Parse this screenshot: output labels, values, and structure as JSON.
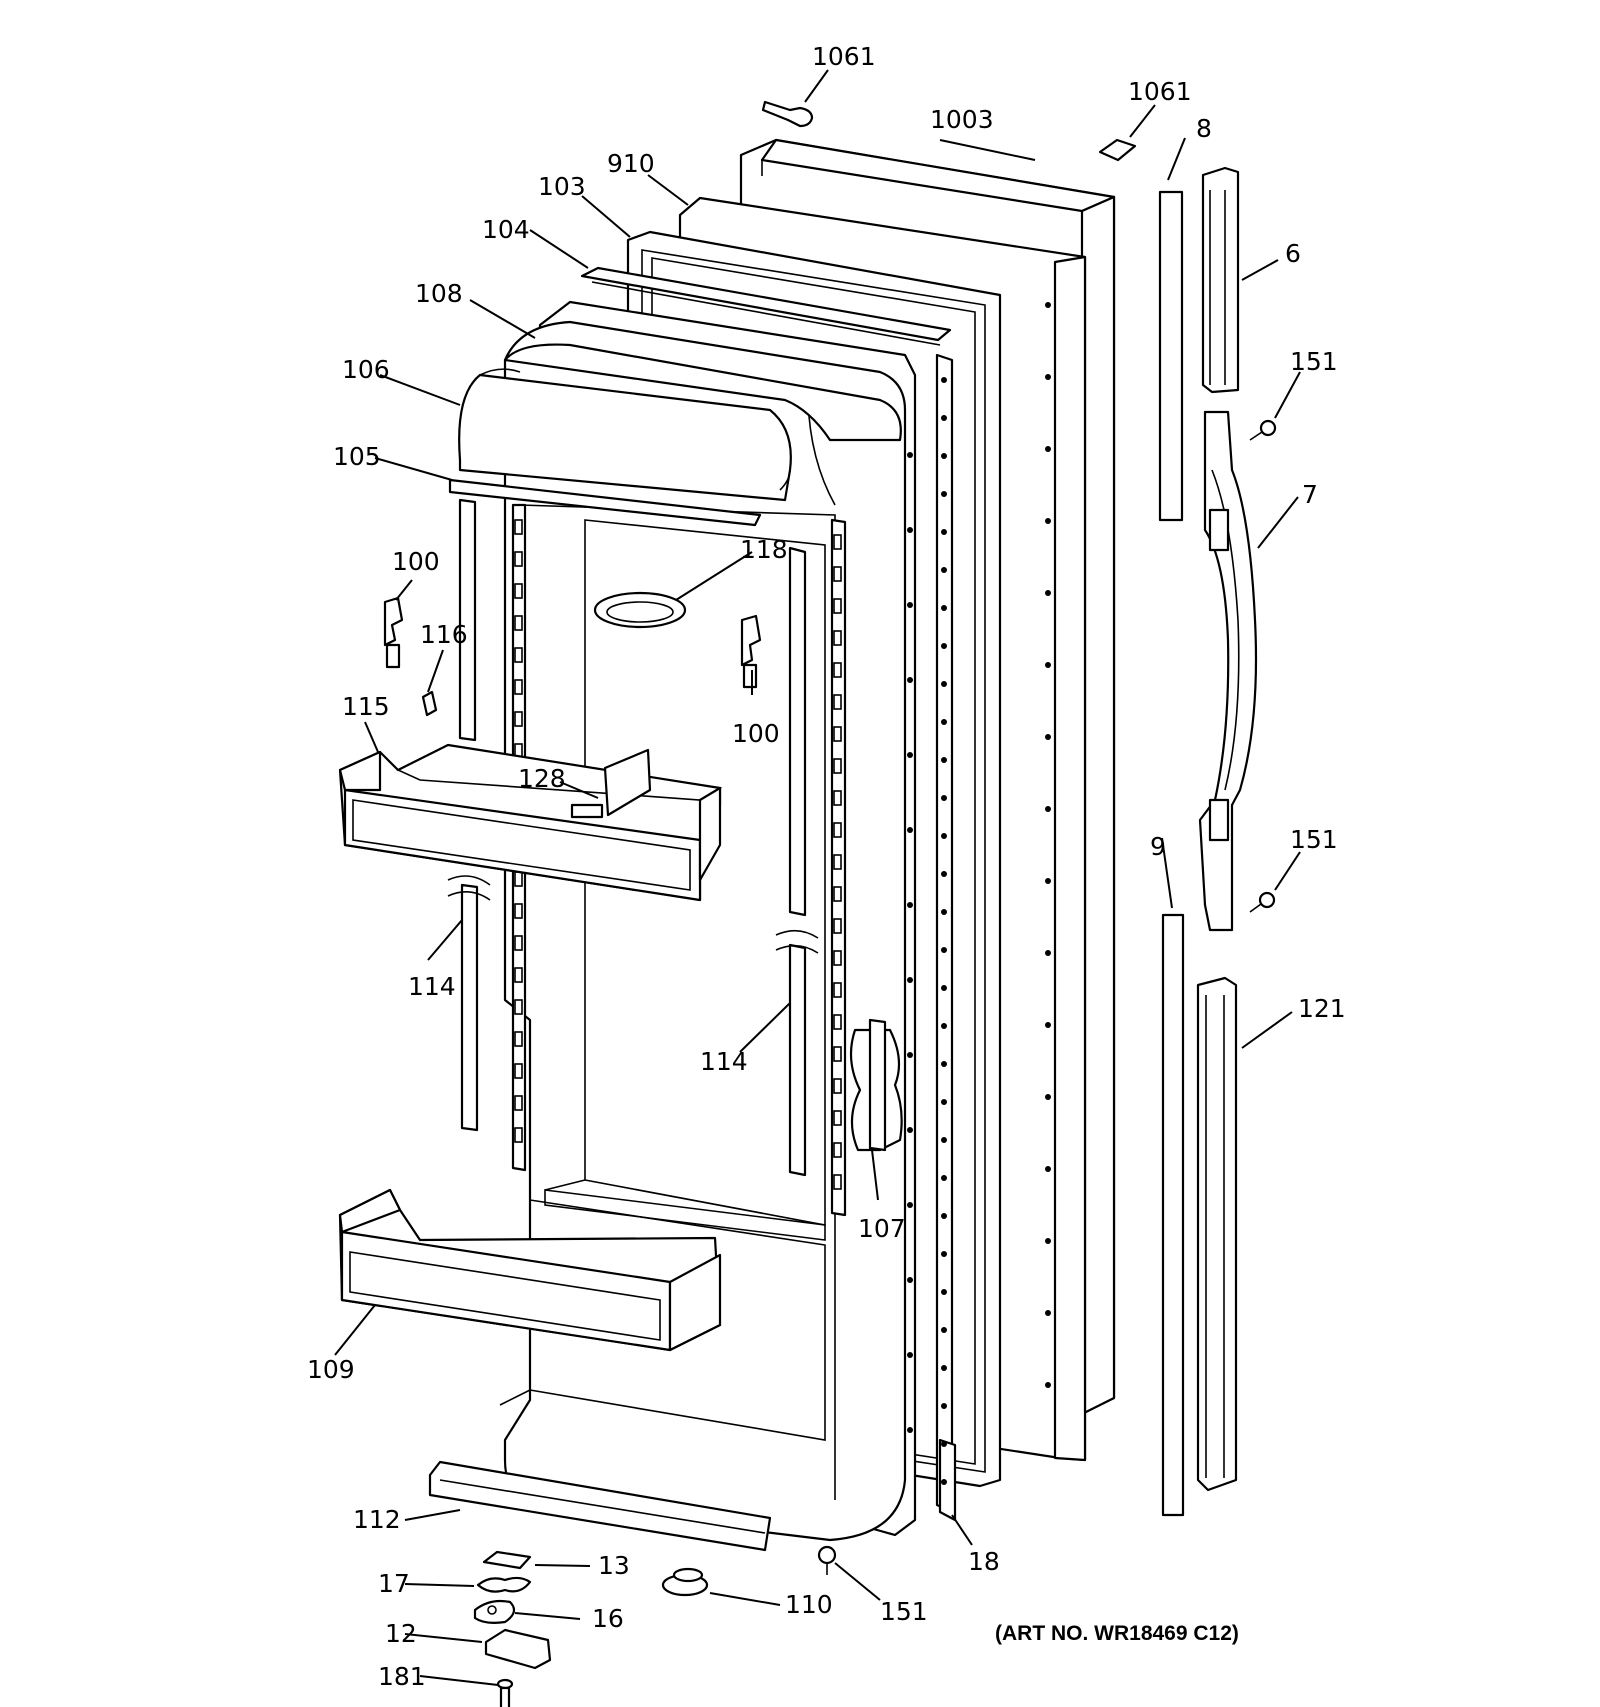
{
  "labels": {
    "l1061a": "1061",
    "l1061b": "1061",
    "l1003": "1003",
    "l910": "910",
    "l103": "103",
    "l104": "104",
    "l108": "108",
    "l106": "106",
    "l105": "105",
    "l8": "8",
    "l6": "6",
    "l151a": "151",
    "l7": "7",
    "l151b": "151",
    "l9": "9",
    "l121": "121",
    "l100a": "100",
    "l116": "116",
    "l115": "115",
    "l118": "118",
    "l100b": "100",
    "l128": "128",
    "l114a": "114",
    "l114b": "114",
    "l107": "107",
    "l109": "109",
    "l112": "112",
    "l13": "13",
    "l17": "17",
    "l16": "16",
    "l12": "12",
    "l181": "181",
    "l110": "110",
    "l151c": "151",
    "l18": "18"
  },
  "art_number": "(ART NO. WR18469 C12)"
}
